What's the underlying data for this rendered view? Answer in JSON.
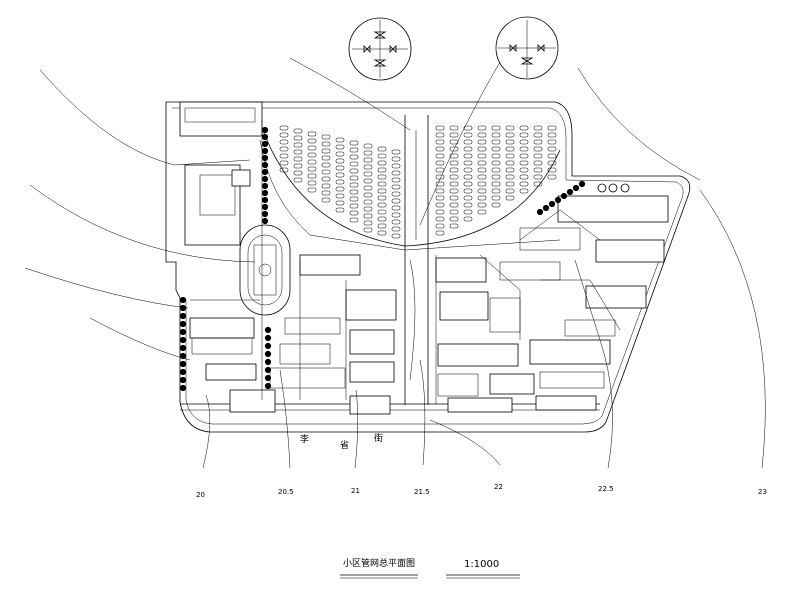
{
  "drawing": {
    "title": "小区管网总平面图",
    "scale": "1:1000",
    "street_name": [
      "李",
      "省",
      "街"
    ],
    "elevation_markers": [
      "20",
      "20.5",
      "21",
      "21.5",
      "22",
      "22.5",
      "23"
    ]
  }
}
